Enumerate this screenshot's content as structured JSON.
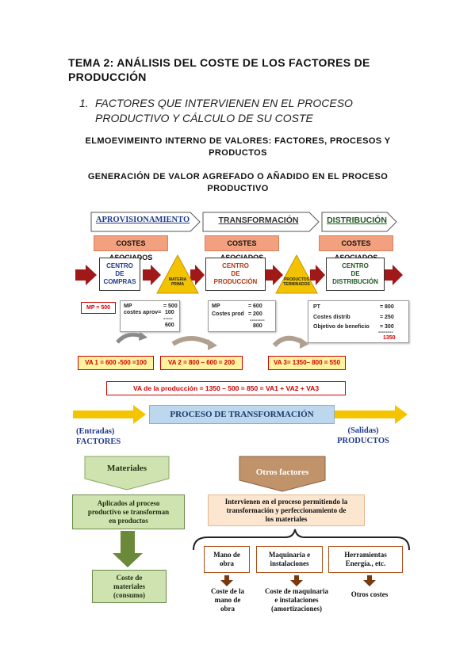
{
  "heading": {
    "title_line1": "TEMA 2: ANÁLISIS DEL COSTE DE LOS FACTORES DE",
    "title_line2": "PRODUCCIÓN",
    "subtitle_number": "1.",
    "subtitle_line1": "FACTORES QUE INTERVIENEN EN EL PROCESO",
    "subtitle_line2": "PRODUCTIVO Y CÁLCULO DE SU COSTE",
    "section1_line1": "ELMOEVIMEINTO INTERNO DE VALORES: FACTORES, PROCESOS Y",
    "section1_line2": "PRODUCTOS",
    "section2_line1": "GENERACIÓN DE VALOR AGREFADO O AÑADIDO EN EL PROCESO",
    "section2_line2": "PRODUCTIVO"
  },
  "flow": {
    "stages": [
      "APROVISIONAMIENTO",
      "TRANSFORMACIÓN",
      "DISTRIBUCIÓN"
    ],
    "costs_label": "COSTES ASOCIADOS",
    "centers": [
      {
        "line1": "CENTRO",
        "line2": "DE",
        "line3": "COMPRAS"
      },
      {
        "line1": "CENTRO",
        "line2": "DE",
        "line3": "PRODUCCIÓN"
      },
      {
        "line1": "CENTRO",
        "line2": "DE",
        "line3": "DISTRIBUCIÓN"
      }
    ],
    "triangles": [
      {
        "line1": "MATERIA",
        "line2": "PRIMA"
      },
      {
        "line1": "PRODUCTOS",
        "line2": "TERMINADOS"
      }
    ],
    "mp_tag": "MP = 500",
    "calc1": {
      "r1_label": "MP",
      "r1_value": "= 500",
      "r2_label": "costes aprov=",
      "r2_value": "100",
      "dash": "-----",
      "total": "600"
    },
    "calc2": {
      "r1_label": "MP",
      "r1_value": "= 600",
      "r2_label": "Costes prod",
      "r2_value": "= 200",
      "dash": "--------",
      "total": "800"
    },
    "calc3": {
      "r1_label": "PT",
      "r1_value": "= 800",
      "r2_label": "Costes distrib",
      "r2_value": "= 250",
      "r3_label": "Objetivo de beneficio",
      "r3_value": "= 300",
      "dash": "--------",
      "total": "1350"
    },
    "va_boxes": [
      "VA 1 = 600 -500 =100",
      "VA 2 =  800 – 600 = 200",
      "VA 3= 1350– 800 = 550"
    ],
    "va_total": "VA de la producción = 1350  –  500 = 850 = VA1 + VA2 + VA3"
  },
  "process": {
    "banner": "PROCESO DE TRANSFORMACIÓN",
    "inputs_line1": "(Entradas)",
    "inputs_line2": "FACTORES",
    "outputs_line1": "(Salidas)",
    "outputs_line2": "PRODUCTOS",
    "materiales": "Materiales",
    "materiales_desc_l1": "Aplicados al proceso",
    "materiales_desc_l2": "productivo se transforman",
    "materiales_desc_l3": "en productos",
    "coste_mat_l1": "Coste de",
    "coste_mat_l2": "materiales",
    "coste_mat_l3": "(consumo)",
    "otros": "Otros factores",
    "otros_desc_l1": "Intervienen en el proceso permitiendo la",
    "otros_desc_l2": "transformación y perfeccionamiento de",
    "otros_desc_l3": "los materiales",
    "factors": [
      {
        "l1": "Mano de",
        "l2": "obra"
      },
      {
        "l1": "Maquinaria e",
        "l2": "instalaciones"
      },
      {
        "l1": "Herramientas",
        "l2": "Energía., etc."
      }
    ],
    "costs": [
      {
        "l1": "Coste de la",
        "l2": "mano de",
        "l3": "obra"
      },
      {
        "l1": "Coste de maquinaria",
        "l2": "e instalaciones",
        "l3": "(amortizaciones)"
      },
      {
        "l1": "Otros costes",
        "l2": "",
        "l3": ""
      }
    ]
  },
  "colors": {
    "cost_bg": "#f2a07e",
    "red_arrow": "#a01818",
    "triangle": "#f2c300",
    "va_bg": "#fff3a0",
    "banner_bg": "#bcd7ee",
    "yellow_arrow": "#f5c400",
    "green": "#cfe3b0",
    "brown": "#b27a4a"
  }
}
